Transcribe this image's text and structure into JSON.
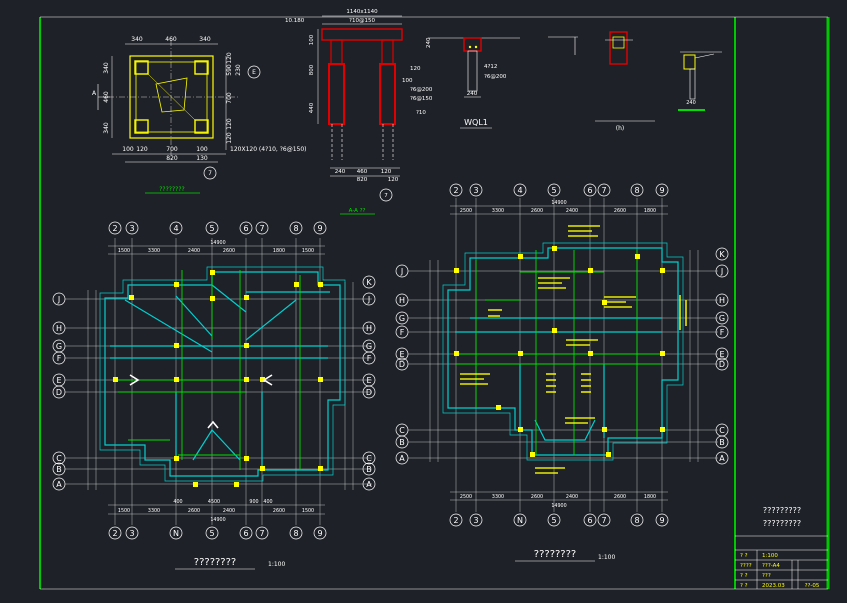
{
  "top_details": {
    "column_base": {
      "dims_top": [
        "340",
        "460",
        "340"
      ],
      "dims_left": [
        "340",
        "460",
        "340"
      ],
      "dims_right": [
        "120",
        "590",
        "230",
        "700",
        "120",
        "120"
      ],
      "dims_bottom": [
        "100",
        "120",
        "700",
        "100"
      ],
      "total_bottom": "820",
      "sub_bottom": "130",
      "rebar_note": "120X120  (4?10, ?6@150)",
      "axis_right": "E",
      "axis_left": "A",
      "axis_bottom": "7",
      "title": "????????"
    },
    "column_elev": {
      "title_dim": "1140x1140",
      "top_note": "10.180",
      "inner_note": "?10@150",
      "dims_left": [
        "100",
        "800",
        "440"
      ],
      "dims_right": [
        "120",
        "100",
        "?6@200",
        "?6@150",
        "?10"
      ],
      "dims_bottom": [
        "240",
        "460",
        "120"
      ],
      "total_bottom": "820",
      "sub_bottom": "120",
      "axis_bottom": "7",
      "title": "A-A ??"
    },
    "wql": {
      "dims": [
        "240",
        "4?12",
        "?6@200",
        "240"
      ],
      "label": "WQL1"
    },
    "detail4": {
      "label": "(h)"
    },
    "detail5": {
      "dim": "240"
    }
  },
  "plan_left": {
    "axes_top": [
      "2",
      "3",
      "4",
      "5",
      "6",
      "7",
      "8",
      "9"
    ],
    "axes_bottom": [
      "2",
      "3",
      "N",
      "5",
      "6",
      "7",
      "8",
      "9"
    ],
    "axes_left": [
      "J",
      "H",
      "G",
      "F",
      "E",
      "D",
      "C",
      "B",
      "A"
    ],
    "axes_right": [
      "K",
      "J",
      "H",
      "G",
      "F",
      "E",
      "D",
      "C",
      "B",
      "A"
    ],
    "dims_top": [
      "1500",
      "3300",
      "2400",
      "2600",
      "1800",
      "1500"
    ],
    "total_top": "14900",
    "dims_bottom_row1": [
      "400",
      "4500",
      "900",
      "400"
    ],
    "dims_bottom_row2": [
      "1500",
      "3300",
      "2600",
      "2400",
      "2600",
      "1500"
    ],
    "total_bottom": "14900",
    "title": "????????",
    "scale": "1:100"
  },
  "plan_right": {
    "axes_top": [
      "2",
      "3",
      "4",
      "5",
      "6",
      "7",
      "8",
      "9"
    ],
    "axes_bottom": [
      "2",
      "3",
      "N",
      "5",
      "6",
      "7",
      "8",
      "9"
    ],
    "axes_left": [
      "J",
      "H",
      "G",
      "F",
      "E",
      "D",
      "C",
      "B",
      "A"
    ],
    "axes_right": [
      "K",
      "J",
      "H",
      "G",
      "F",
      "E",
      "D",
      "C",
      "B",
      "A"
    ],
    "dims_top": [
      "2500",
      "3300",
      "2600",
      "2400",
      "2600",
      "1800"
    ],
    "total_top": "14900",
    "dims_bottom": [
      "2500",
      "3300",
      "2600",
      "2400",
      "2600",
      "1800"
    ],
    "total_bottom": "14900",
    "title": "????????",
    "scale": "1:100"
  },
  "title_block": {
    "drawing_title_line1": "?????????",
    "drawing_title_line2": "?????????",
    "row1_label": "? ?",
    "row1_value": "1:100",
    "row2_label": "????",
    "row2_value": "???-A4",
    "row3_label": "? ?",
    "row3_value": "???",
    "row4_label": "? ?",
    "row4_value": "2023.03",
    "sheet_no": "??-05"
  },
  "colors": {
    "background": "#1e2127",
    "frame": "#00c800",
    "walls": "#00d0d0",
    "beams": "#00e000",
    "columns": "#ffff00",
    "rebar_text": "#ffff00",
    "red": "#e00000",
    "text": "#ffffff"
  }
}
